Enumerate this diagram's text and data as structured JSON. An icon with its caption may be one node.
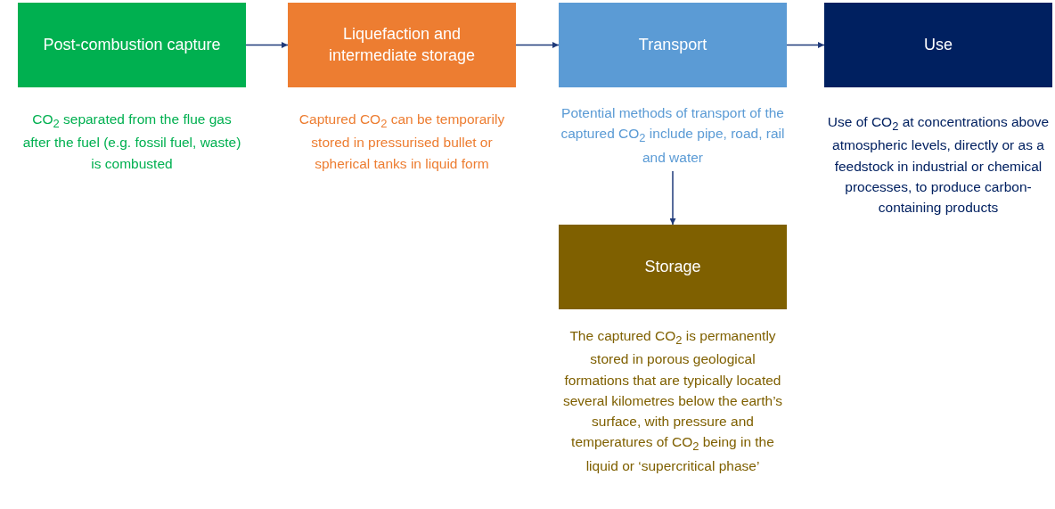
{
  "diagram": {
    "nodes": [
      {
        "text": [
          "Post-combustion capture"
        ],
        "beside": [
          "CO$_{2}$ separated from the flue gas after the fuel (e.g. fossil fuel, waste) is combusted"
        ]
      },
      {
        "text": [
          "Liquefaction and intermediate storage"
        ],
        "beside": [
          "Captured CO$_{2}$ can be temporarily stored in pressurised bullet or spherical tanks in liquid form"
        ]
      },
      {
        "text": [
          "Transport"
        ],
        "beside": [
          "Potential methods of transport of the captured CO$_{2}$ include pipe, road, rail and water"
        ]
      },
      {
        "text": [
          "Use"
        ],
        "beside": [
          "Use of CO$_{2}$ at concentrations above atmospheric levels, directly or as a feedstock in industrial or chemical processes, to produce  carbon-containing products"
        ]
      },
      {
        "text": [
          "Storage"
        ],
        "beside": [
          "The captured CO$_{2}$ is permanently stored in porous geological formations that are typically located several kilometres below the earth’s surface, with pressure and temperatures of CO$_{2}$ being in the liquid or ‘supercritical phase’"
        ]
      }
    ],
    "edges": [
      {
        "from": 0,
        "to": 1,
        "arrow": "to"
      },
      {
        "from": 1,
        "to": 2,
        "arrow": "to"
      },
      {
        "from": 2,
        "to": 3,
        "arrow": "to"
      },
      {
        "from": 2,
        "to": 4,
        "arrow": "to"
      }
    ]
  }
}
